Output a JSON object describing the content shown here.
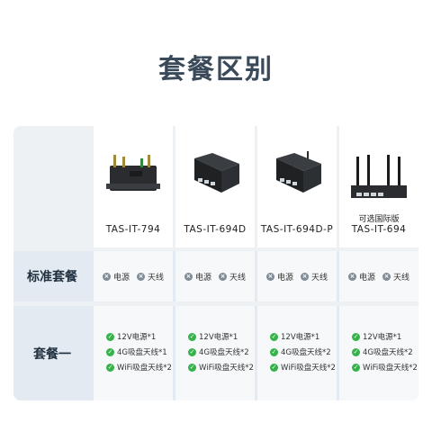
{
  "title": "套餐区别",
  "rows": {
    "standard_label": "标准套餐",
    "package1_label": "套餐一"
  },
  "products": [
    {
      "name": "TAS-IT-794",
      "note": "",
      "image": "router-compact-black"
    },
    {
      "name": "TAS-IT-694D",
      "note": "",
      "image": "switch-box-black"
    },
    {
      "name": "TAS-IT-694D-P",
      "note": "",
      "image": "switch-box-antenna-black"
    },
    {
      "name": "TAS-IT-694",
      "note": "可选国际版",
      "image": "router-four-antenna-black"
    }
  ],
  "standard_items": [
    "电源",
    "天线"
  ],
  "package1_items": [
    "12V电源*1",
    "4G吸盘天线*2",
    "WiFi吸盘天线*2"
  ],
  "package1_first_product_items": [
    "12V电源*1",
    "4G吸盘天线*1",
    "WiFi吸盘天线*2"
  ],
  "colors": {
    "title": "#3a4a5a",
    "x_icon": "#7f8b97",
    "check_icon": "#35b24a",
    "row_bg": "#e3eaf1"
  }
}
